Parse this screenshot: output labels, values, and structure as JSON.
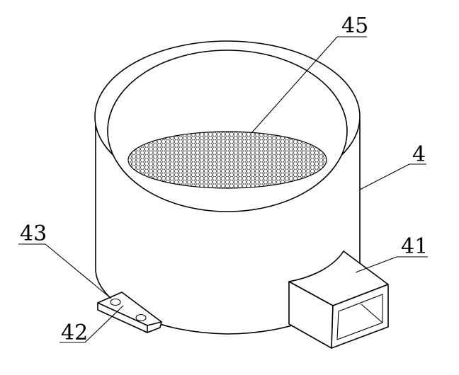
{
  "labels": {
    "basket": "4",
    "duct": "41",
    "bracket": "42",
    "hole": "43",
    "mesh": "45"
  }
}
